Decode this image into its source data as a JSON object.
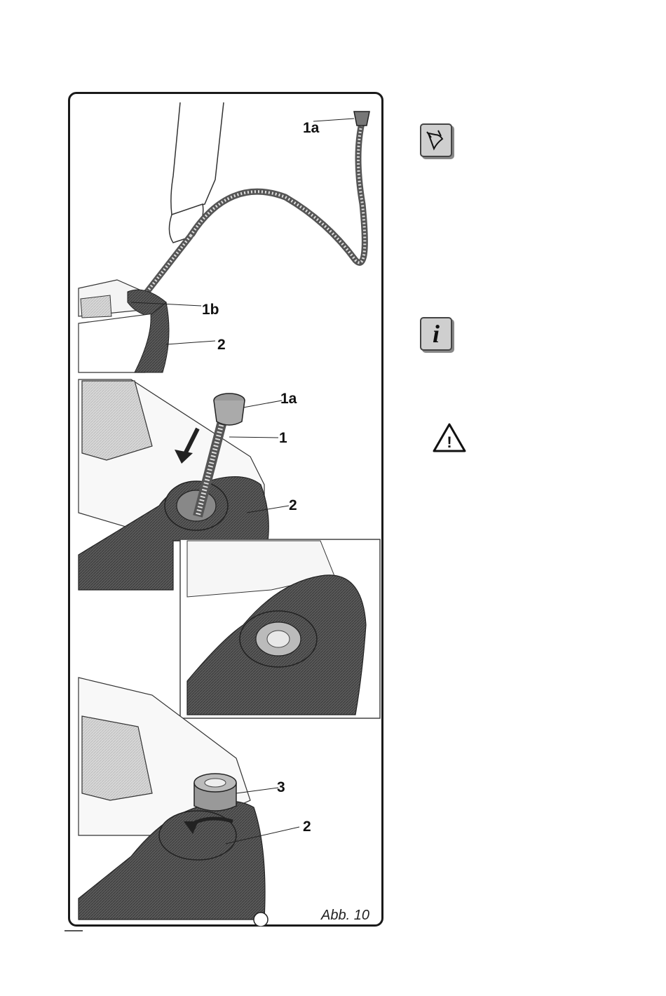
{
  "figure": {
    "caption": "Abb. 10",
    "callouts": {
      "top_1a": "1a",
      "top_1b": "1b",
      "top_2": "2",
      "mid_1a": "1a",
      "mid_1": "1",
      "mid_2": "2",
      "bottom_3": "3",
      "bottom_2": "2"
    }
  },
  "sidebar": {
    "icons": [
      {
        "name": "environment-note-icon"
      },
      {
        "name": "info-icon",
        "glyph": "i"
      },
      {
        "name": "warning-triangle-icon",
        "glyph": "!"
      }
    ]
  },
  "colors": {
    "frame": "#1a1a1a",
    "dark_tank": "#4a4a4a",
    "icon_bg": "#cfcfcf"
  }
}
